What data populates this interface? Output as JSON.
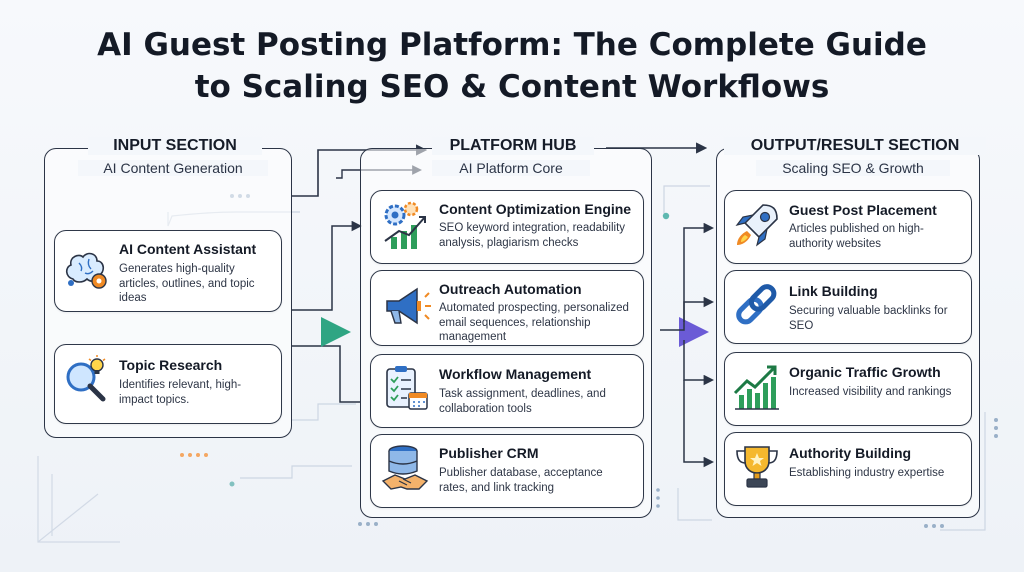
{
  "title": {
    "line1": "AI Guest Posting Platform: The Complete Guide",
    "line2": "to Scaling SEO & Content Workflows"
  },
  "input": {
    "heading": "INPUT SECTION",
    "subtitle": "AI Content Generation",
    "cards": [
      {
        "title": "AI Content Assistant",
        "desc": "Generates high-quality articles, outlines, and topic ideas",
        "icon": "brain-gear-icon"
      },
      {
        "title": "Topic Research",
        "desc": "Identifies relevant, high-impact topics.",
        "icon": "magnifier-bulb-icon"
      }
    ]
  },
  "hub": {
    "heading": "PLATFORM HUB",
    "subtitle": "AI Platform Core",
    "cards": [
      {
        "title": "Content Optimization Engine",
        "desc": "SEO keyword integration, readability analysis, plagiarism checks",
        "icon": "gears-chart-icon"
      },
      {
        "title": "Outreach Automation",
        "desc": "Automated prospecting, personalized email sequences, relationship management",
        "icon": "megaphone-icon"
      },
      {
        "title": "Workflow Management",
        "desc": "Task assignment, deadlines, and collaboration tools",
        "icon": "clipboard-calendar-icon"
      },
      {
        "title": "Publisher CRM",
        "desc": "Publisher database, acceptance rates, and link tracking",
        "icon": "database-handshake-icon"
      }
    ]
  },
  "output": {
    "heading": "OUTPUT/RESULT SECTION",
    "subtitle": "Scaling SEO & Growth",
    "cards": [
      {
        "title": "Guest Post Placement",
        "desc": "Articles published on high-authority websites",
        "icon": "rocket-icon"
      },
      {
        "title": "Link Building",
        "desc": "Securing valuable backlinks for SEO",
        "icon": "chain-link-icon"
      },
      {
        "title": "Organic Traffic Growth",
        "desc": "Increased visibility and rankings",
        "icon": "growth-chart-icon"
      },
      {
        "title": "Authority Building",
        "desc": "Establishing industry expertise",
        "icon": "trophy-icon"
      }
    ]
  },
  "colors": {
    "outline": "#2b3446",
    "arrow_input": "#3cb08a",
    "arrow_output": "#6b5bd6",
    "accent_blue": "#2f6fc4",
    "accent_orange": "#f08a24",
    "accent_green": "#2e9e5b"
  }
}
